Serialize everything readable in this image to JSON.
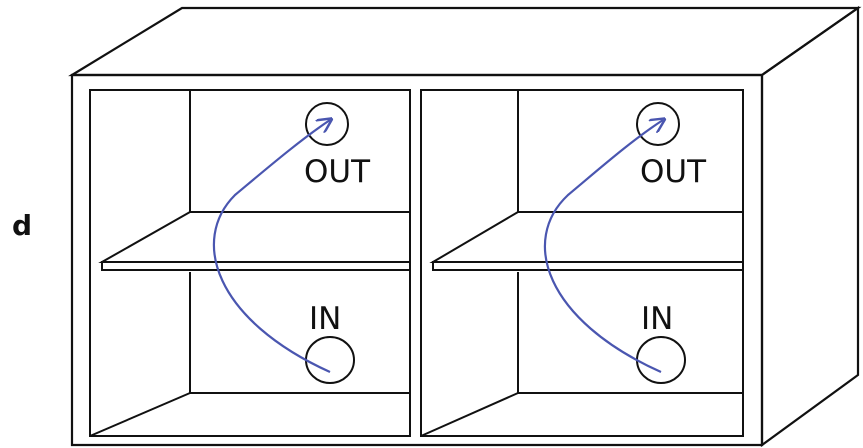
{
  "panel_label": "d",
  "compartments": [
    {
      "out_label": "OUT",
      "in_label": "IN"
    },
    {
      "out_label": "OUT",
      "in_label": "IN"
    }
  ],
  "colors": {
    "line": "#111111",
    "arrow": "#4a56b0",
    "background": "#ffffff"
  }
}
